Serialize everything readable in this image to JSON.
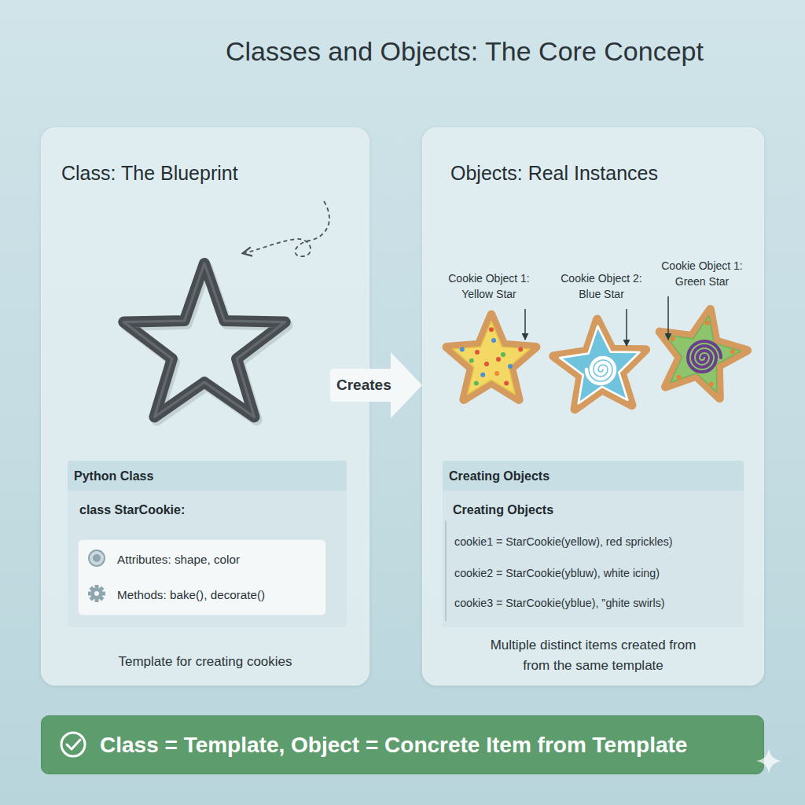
{
  "diagram": {
    "title": "Classes and Objects: The Core Concept",
    "nodes": [
      {
        "text": [
          "Class: The Blueprint",
          "Template for creating cookies"
        ]
      },
      {
        "text": [
          "Python Class",
          "class StarCookie:"
        ],
        "in": 0
      },
      {
        "text": [
          "Attributes: shape, color",
          "Methods: bake(), decorate()"
        ],
        "in": 1
      },
      {
        "text": [
          "Objects: Real Instances",
          "Multiple distinct items created from from the same template"
        ]
      },
      {
        "text": [
          "Creating Objects",
          "Creating Objects",
          "cookie1 = StarCookie(yellow), red sprickles)",
          "cookie2 = StarCookie(ybluw), white icing)",
          "cookie3 = StarCookie(yblue), \"ghite swirls)"
        ],
        "in": 3
      },
      {
        "text": [
          "Class = Template, Object = Concrete Item from Template"
        ]
      }
    ],
    "edges": [
      {
        "from": 0,
        "to": 3,
        "arrow": "to",
        "label": "Creates"
      }
    ],
    "labels": [
      "Cookie Object 1: Yellow Star",
      "Cookie Object 2: Blue Star",
      "Cookie Object 1: Green Star"
    ]
  }
}
